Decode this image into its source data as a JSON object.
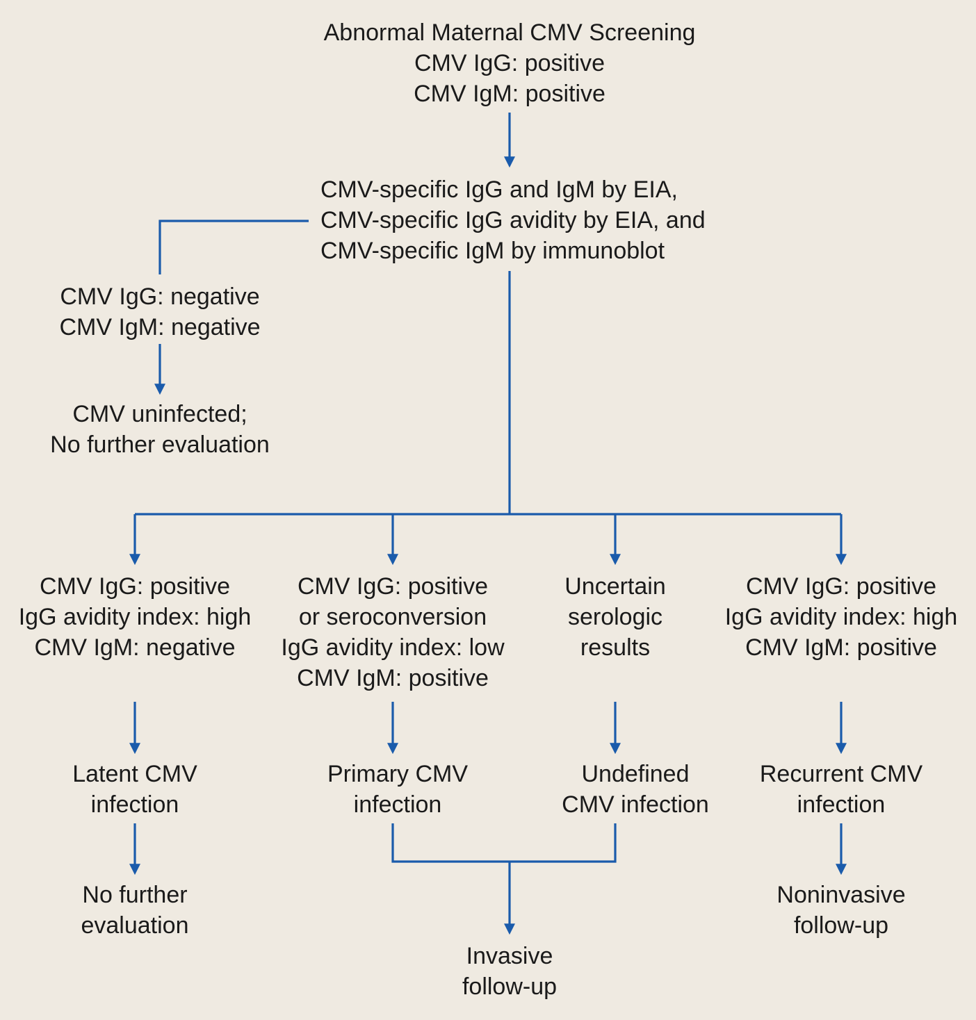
{
  "colors": {
    "background": "#efeae1",
    "line": "#1a5bab",
    "text": "#1a1a1a"
  },
  "nodes": {
    "screening": [
      "Abnormal Maternal CMV Screening",
      "CMV IgG: positive",
      "CMV IgM: positive"
    ],
    "tests": [
      "CMV-specific IgG and IgM by EIA,",
      "CMV-specific IgG avidity by EIA, and",
      "CMV-specific IgM by immunoblot"
    ],
    "negative": [
      "CMV IgG: negative",
      "CMV IgM: negative"
    ],
    "uninfected": [
      "CMV uninfected;",
      "No further evaluation"
    ],
    "branch_latent": [
      "CMV IgG: positive",
      "IgG avidity index: high",
      "CMV IgM: negative"
    ],
    "branch_primary": [
      "CMV IgG: positive",
      "or seroconversion",
      "IgG avidity index: low",
      "CMV IgM: positive"
    ],
    "branch_uncertain": [
      "Uncertain",
      "serologic",
      "results"
    ],
    "branch_recurrent": [
      "CMV IgG: positive",
      "IgG avidity index: high",
      "CMV IgM: positive"
    ],
    "latent": [
      "Latent CMV",
      "infection"
    ],
    "primary": [
      "Primary CMV",
      "infection"
    ],
    "undefined": [
      "Undefined",
      "CMV infection"
    ],
    "recurrent": [
      "Recurrent CMV",
      "infection"
    ],
    "no_further": [
      "No further",
      "evaluation"
    ],
    "invasive": [
      "Invasive",
      "follow-up"
    ],
    "noninvasive": [
      "Noninvasive",
      "follow-up"
    ]
  }
}
